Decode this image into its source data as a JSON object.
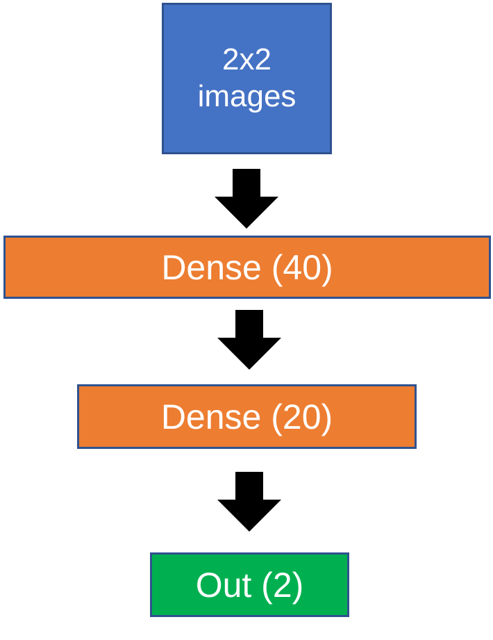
{
  "diagram": {
    "nodes": [
      {
        "id": "input",
        "label_line1": "2x2",
        "label_line2": "images",
        "fill": "#4472c4"
      },
      {
        "id": "dense40",
        "label": "Dense (40)",
        "fill": "#ed7d31"
      },
      {
        "id": "dense20",
        "label": "Dense (20)",
        "fill": "#ed7d31"
      },
      {
        "id": "out",
        "label": "Out (2)",
        "fill": "#00b050"
      }
    ],
    "edges": [
      {
        "from": "input",
        "to": "dense40"
      },
      {
        "from": "dense40",
        "to": "dense20"
      },
      {
        "from": "dense20",
        "to": "out"
      }
    ],
    "border_color": "#2f528f",
    "arrow_color": "#000000"
  }
}
